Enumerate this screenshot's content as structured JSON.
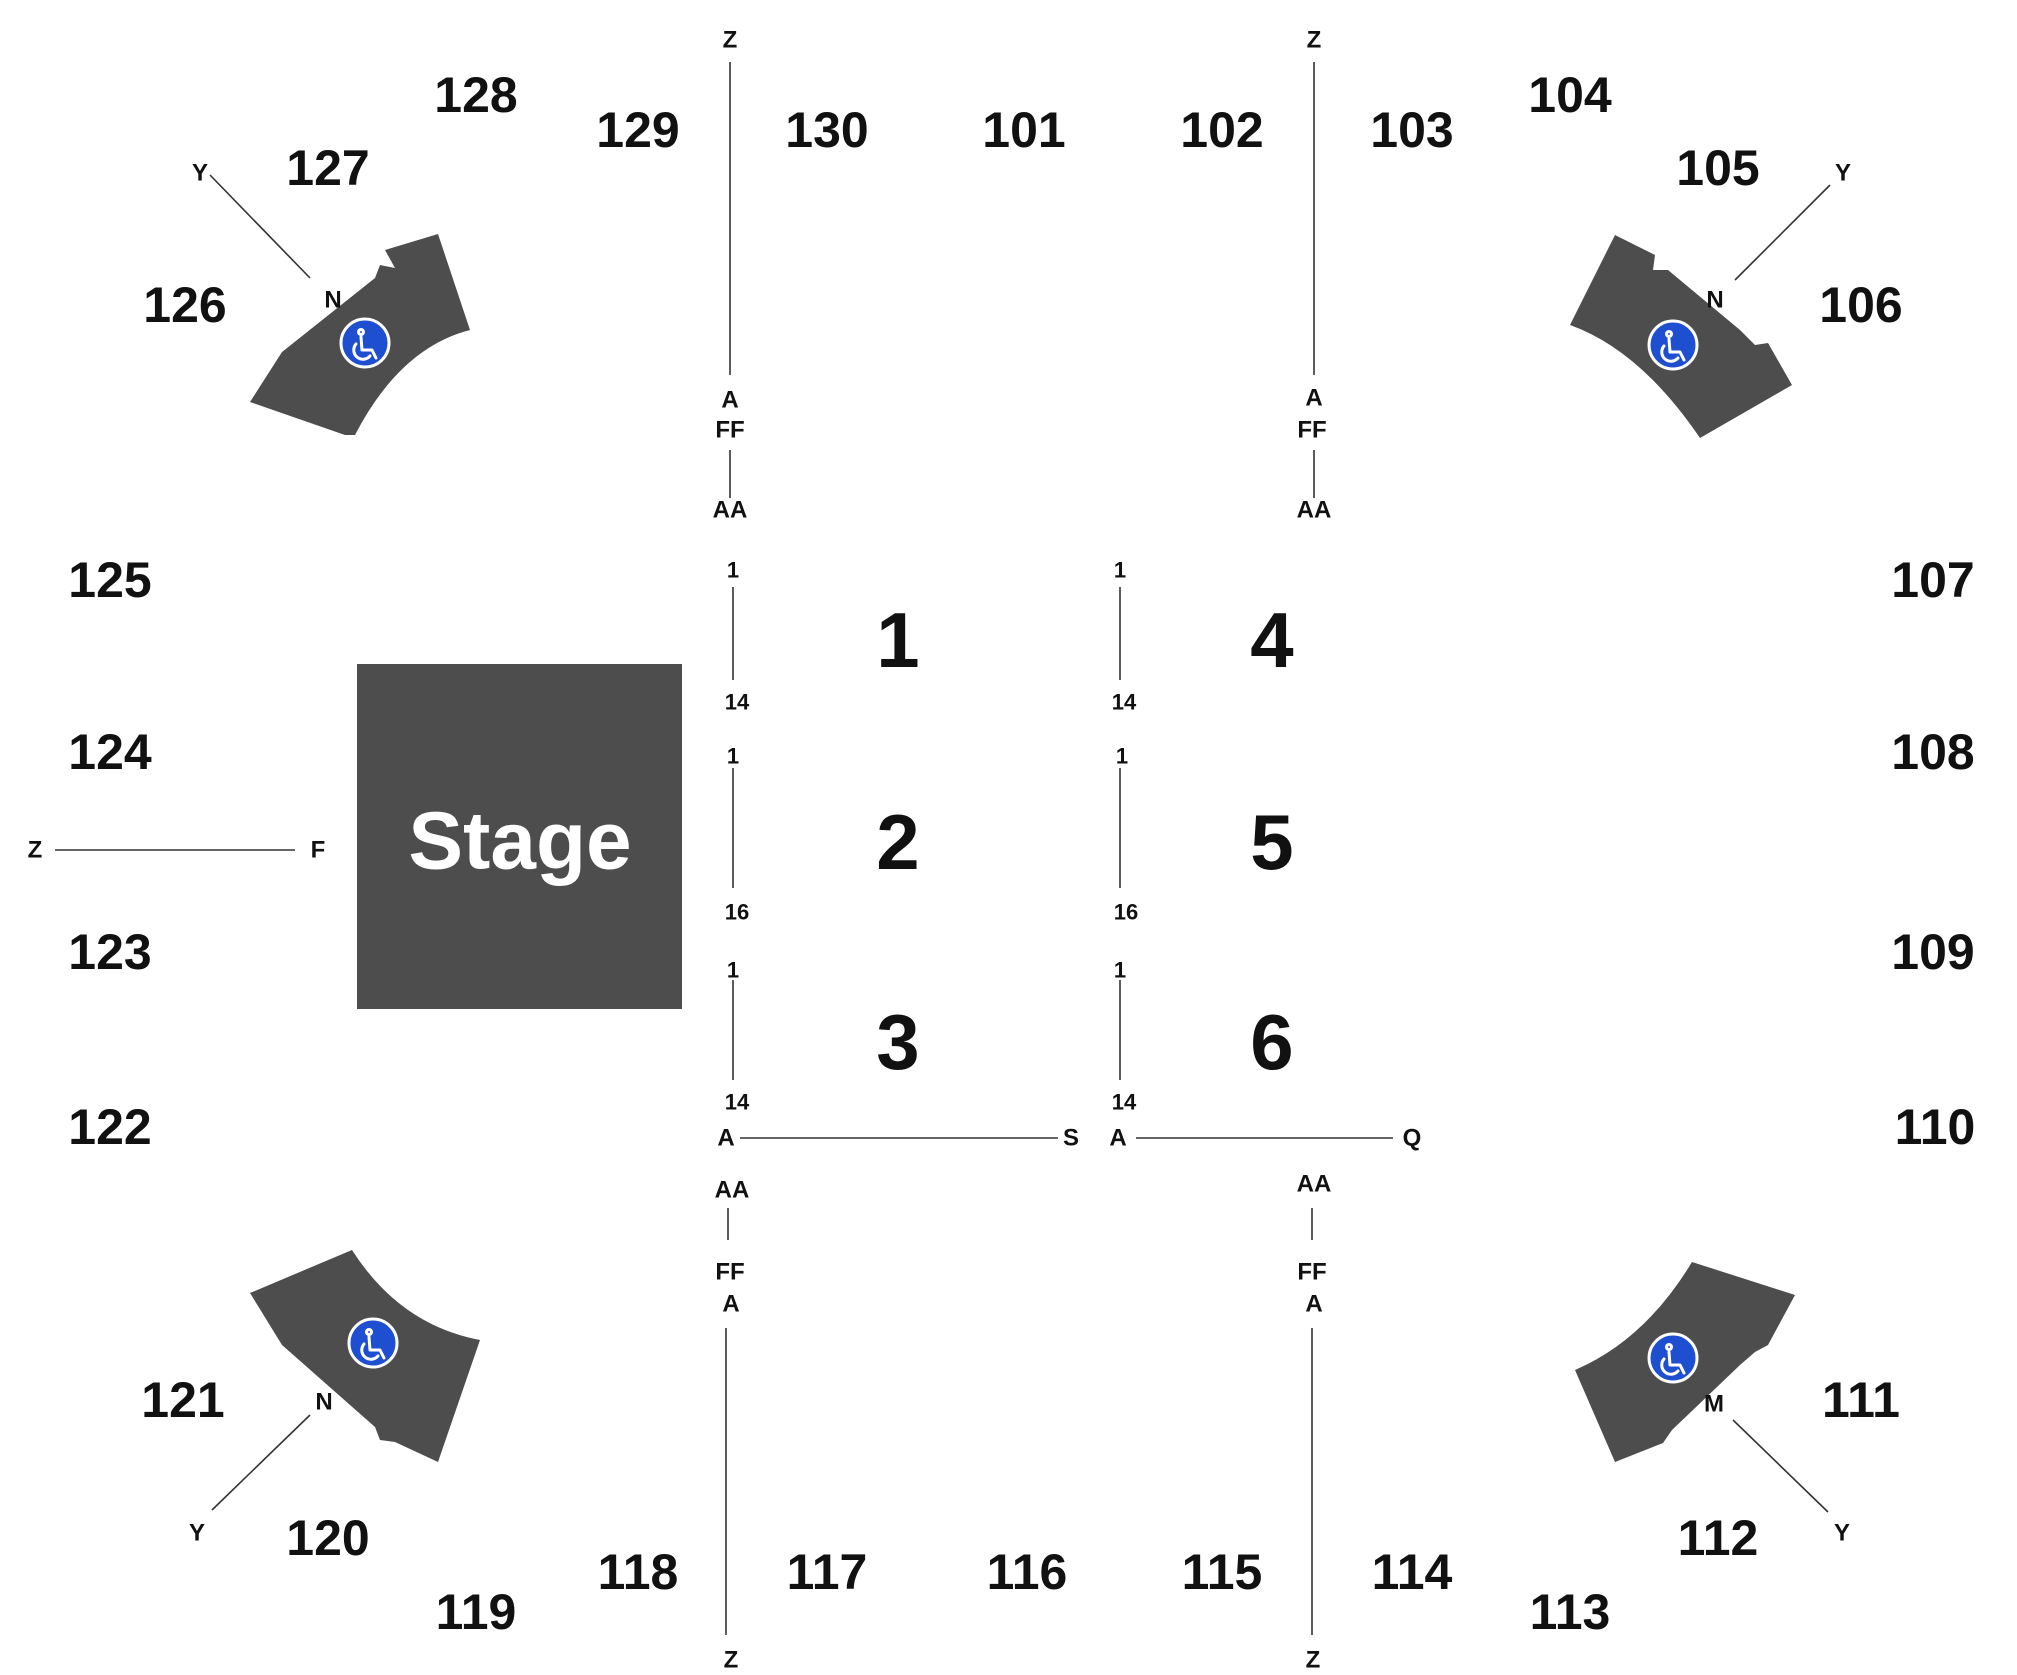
{
  "stage": {
    "label": "Stage",
    "color": "#4d4d4d"
  },
  "accessible_icon": {
    "icon": "wheelchair-icon",
    "color": "#1f4fd1"
  },
  "sections": {
    "s101": "101",
    "s102": "102",
    "s103": "103",
    "s104": "104",
    "s105": "105",
    "s106": "106",
    "s107": "107",
    "s108": "108",
    "s109": "109",
    "s110": "110",
    "s111": "111",
    "s112": "112",
    "s113": "113",
    "s114": "114",
    "s115": "115",
    "s116": "116",
    "s117": "117",
    "s118": "118",
    "s119": "119",
    "s120": "120",
    "s121": "121",
    "s122": "122",
    "s123": "123",
    "s124": "124",
    "s125": "125",
    "s126": "126",
    "s127": "127",
    "s128": "128",
    "s129": "129",
    "s130": "130"
  },
  "floor_sections": {
    "f1": "1",
    "f2": "2",
    "f3": "3",
    "f4": "4",
    "f5": "5",
    "f6": "6"
  },
  "row_labels": {
    "A": "A",
    "AA": "AA",
    "FF": "FF",
    "Z": "Z",
    "Y": "Y",
    "N": "N",
    "M": "M",
    "F": "F",
    "S": "S",
    "Q": "Q"
  },
  "seat_numbers": {
    "first": "1",
    "last14": "14",
    "last16": "16"
  }
}
